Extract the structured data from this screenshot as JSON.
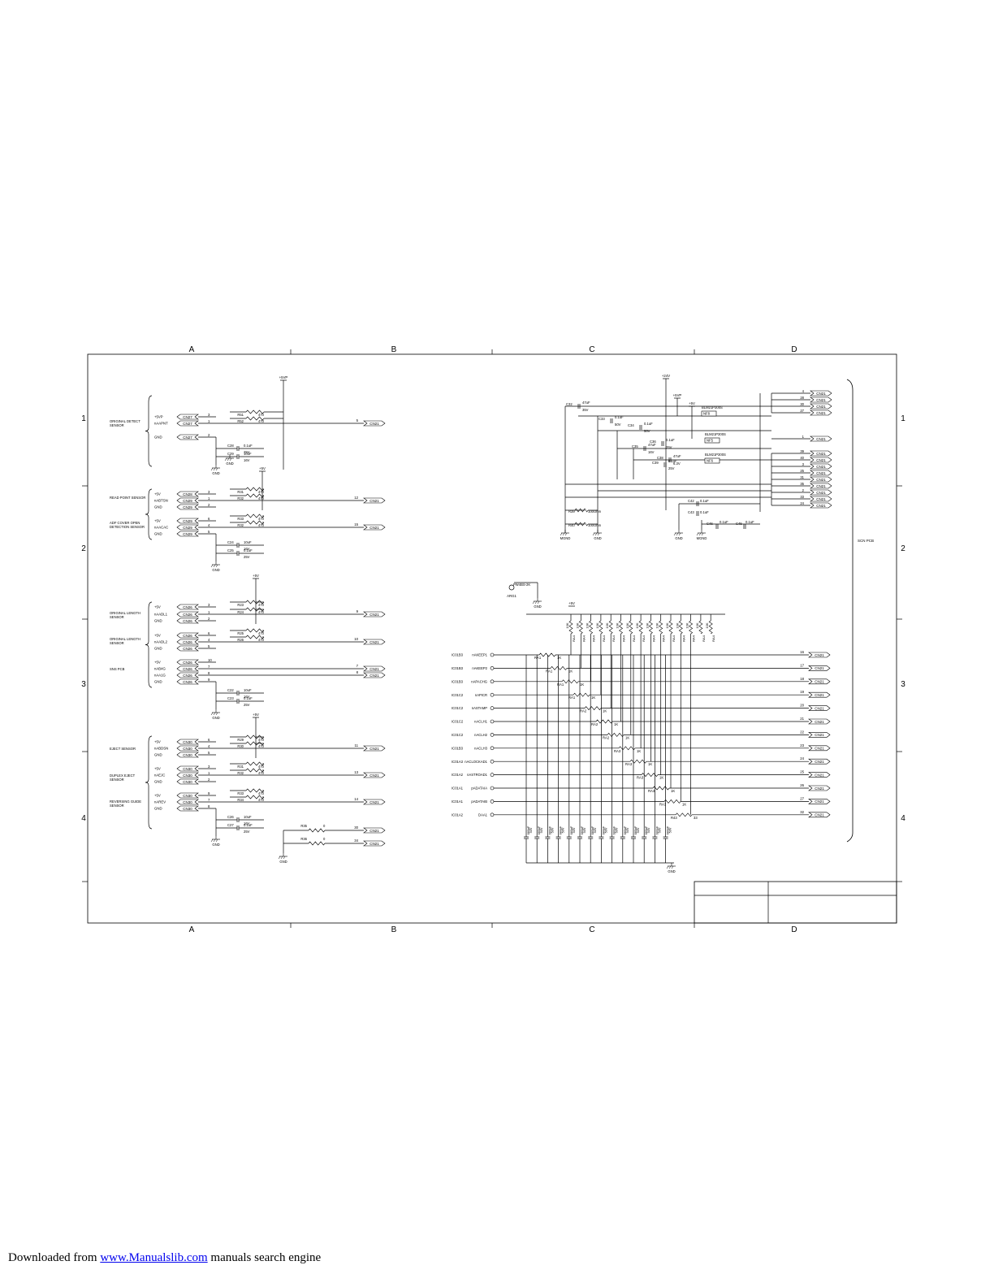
{
  "frame": {
    "cols": [
      "A",
      "B",
      "C",
      "D"
    ],
    "rows": [
      "1",
      "2",
      "3",
      "4"
    ]
  },
  "left": {
    "groups": [
      {
        "name": "ORIGINAL DETECT SENSOR",
        "pins": [
          "+5VP",
          "nAAPNT",
          "GND"
        ],
        "cn": [
          "CN27",
          "CN27",
          "CN27"
        ],
        "pinNos": [
          "3",
          "1",
          "2"
        ],
        "resistors": [
          [
            "R51",
            "470"
          ],
          [
            "R52",
            "470"
          ]
        ],
        "caps": [
          [
            "C28",
            "0.1uF",
            "25V"
          ],
          [
            "C29",
            "10uF",
            "16V"
          ]
        ],
        "outs": [
          [
            "5",
            "CN21"
          ]
        ],
        "rail": "+5VP"
      },
      {
        "name": "READ POINT SENSOR",
        "pins": [
          "+5V",
          "nABTSN",
          "GND"
        ],
        "cn": [
          "CN28",
          "CN29",
          "CN29"
        ],
        "pinNos": [
          "3",
          "1",
          "2"
        ],
        "resistors": [
          [
            "R31",
            "470"
          ],
          [
            "R32",
            "470"
          ]
        ],
        "outs": [
          [
            "12",
            "CN21"
          ]
        ],
        "rail": "+5V"
      },
      {
        "name": "ADF COVER OPEN DETECTION SENSOR",
        "pins": [
          "+5V",
          "nAACAC",
          "GND"
        ],
        "cn": [
          "CN29",
          "CN29",
          "CN29"
        ],
        "pinNos": [
          "6",
          "4",
          "5"
        ],
        "resistors": [
          [
            "R33",
            "470"
          ],
          [
            "R32",
            "470"
          ]
        ],
        "caps": [
          [
            "C24",
            "10uF",
            "16V"
          ],
          [
            "C25",
            "0.1uF",
            "25V"
          ]
        ],
        "outs": [
          [
            "15",
            "CN21"
          ]
        ]
      },
      {
        "name": "ORIGINAL LENGTH SENSOR",
        "pins": [
          "+5V",
          "nAADL1",
          "GND"
        ],
        "cn": [
          "CN26",
          "CN26",
          "CN26"
        ],
        "pinNos": [
          "3",
          "1",
          "2"
        ],
        "resistors": [
          [
            "R23",
            "470"
          ],
          [
            "R24",
            "470"
          ]
        ],
        "outs": [
          [
            "9",
            "CN21"
          ]
        ],
        "rail": "+5V"
      },
      {
        "name": "ORIGINAL LENGTH SENSOR",
        "pins": [
          "+5V",
          "nAADL2",
          "GND"
        ],
        "cn": [
          "CN26",
          "CN26",
          "CN26"
        ],
        "pinNos": [
          "6",
          "4",
          "5"
        ],
        "resistors": [
          [
            "R25",
            "470"
          ],
          [
            "R26",
            "470"
          ]
        ],
        "outs": [
          [
            "10",
            "CN21"
          ]
        ]
      },
      {
        "name": "SNS PCB",
        "pins": [
          "+5V",
          "nAB4G",
          "nAA1G",
          "GND"
        ],
        "cn": [
          "CN26",
          "CN26",
          "CN26",
          "CN26"
        ],
        "pinNos": [
          "10",
          "7",
          "8",
          "9"
        ],
        "caps": [
          [
            "C22",
            "10uF",
            "16V"
          ],
          [
            "C23",
            "0.1uF",
            "25V"
          ]
        ],
        "outs": [
          [
            "7",
            "CN21"
          ],
          [
            "8",
            "CN21"
          ]
        ]
      },
      {
        "name": "EJECT SENSOR",
        "pins": [
          "+5V",
          "nABDSN",
          "GND"
        ],
        "cn": [
          "CN30",
          "CN30",
          "CN30"
        ],
        "pinNos": [
          "6",
          "4",
          "5"
        ],
        "resistors": [
          [
            "R29",
            "470"
          ],
          [
            "R30",
            "470"
          ]
        ],
        "outs": [
          [
            "11",
            "CN21"
          ]
        ],
        "rail": "+5V"
      },
      {
        "name": "DUPLEX EJECT SENSOR",
        "pins": [
          "+5V",
          "nAEJC",
          "GND"
        ],
        "cn": [
          "CN30",
          "CN30",
          "CN30"
        ],
        "pinNos": [
          "3",
          "1",
          "2"
        ],
        "resistors": [
          [
            "R31",
            "470"
          ],
          [
            "R32",
            "470"
          ]
        ],
        "outs": [
          [
            "13",
            "CN21"
          ]
        ]
      },
      {
        "name": "REVERSING GUIDE SENSOR",
        "pins": [
          "+5V",
          "nAREV",
          "GND"
        ],
        "cn": [
          "CN30",
          "CN30",
          "CN30"
        ],
        "pinNos": [
          "9",
          "7",
          "8"
        ],
        "resistors": [
          [
            "R33",
            "470"
          ],
          [
            "R34",
            "470"
          ]
        ],
        "caps": [
          [
            "C26",
            "10uF",
            "16V"
          ],
          [
            "C27",
            "0.1uF",
            "25V"
          ]
        ],
        "outs": [
          [
            "14",
            "CN21"
          ]
        ]
      }
    ],
    "bottomRes": [
      [
        "R35",
        "0",
        "30"
      ],
      [
        "R36",
        "0",
        "34"
      ]
    ]
  },
  "topRight": {
    "rails": [
      "+24V",
      "+5VP",
      "+5V"
    ],
    "caps": [
      [
        "C32",
        "47uF",
        "35V"
      ],
      [
        "C33",
        "0.1uF",
        "50V"
      ],
      [
        "C34",
        "0.1uF",
        "50V"
      ],
      [
        "C35",
        "47uF",
        "16V"
      ],
      [
        "C36",
        "0.1uF",
        "25V"
      ],
      [
        "C38",
        "47uF",
        "6.3V"
      ],
      [
        "C39",
        "0.1uF",
        "25V"
      ]
    ],
    "ferrites": [
      [
        "BLM21P300S",
        "NF8"
      ],
      [
        "BLM21P300S",
        "NF5"
      ],
      [
        "BLM21P300S",
        "NF6"
      ]
    ],
    "ferriteLabels": [
      "BLM21P300S",
      "BLM21P300S",
      "BLM21P300S"
    ],
    "cnPins": [
      "4",
      "28",
      "30",
      "27",
      "1",
      "39",
      "40",
      "3",
      "25",
      "31",
      "35",
      "2",
      "33",
      "24"
    ],
    "cnName": "CN21",
    "bottom": [
      [
        "R39",
        "100Ohm"
      ],
      [
        "R40",
        "100Ohm"
      ],
      [
        "C42",
        "0.1uF",
        "25V"
      ],
      [
        "C43",
        "0.1uF",
        "25V"
      ],
      [
        "C46",
        "0.1uF",
        "25V"
      ],
      [
        "C45",
        "0.1uF",
        "50V"
      ]
    ],
    "grounds": [
      "MGND",
      "GND",
      "GND",
      "MGND"
    ],
    "sideLabel": "SCN PCB"
  },
  "arg": {
    "label": "ARG1",
    "value": "PW4BS-2K",
    "gnd": "GND"
  },
  "signals": [
    {
      "port": "IC01B3",
      "name": "nAKEEP1",
      "ra": "RA1",
      "val": "1K",
      "pin": "16"
    },
    {
      "port": "IC01B3",
      "name": "nAKEEP2",
      "ra": "RA1",
      "val": "1K",
      "pin": "17"
    },
    {
      "port": "IC01B3",
      "name": "nAPACHG",
      "ra": "RA1",
      "val": "1K",
      "pin": "18"
    },
    {
      "port": "IC01C2",
      "name": "nAPICR",
      "ra": "RA1",
      "val": "1K",
      "pin": "19"
    },
    {
      "port": "IC01C2",
      "name": "nASTAMP",
      "ra": "RA2",
      "val": "1K",
      "pin": "20"
    },
    {
      "port": "IC01C2",
      "name": "nACLH1",
      "ra": "RA2",
      "val": "1K",
      "pin": "21"
    },
    {
      "port": "IC01C2",
      "name": "nACLH2",
      "ra": "RA2",
      "val": "1K",
      "pin": "22"
    },
    {
      "port": "IC01B3",
      "name": "nACLH3",
      "ra": "RA3",
      "val": "1K",
      "pin": "23"
    },
    {
      "port": "IC01A3",
      "name": "nACLOCKAD1",
      "ra": "RA3",
      "val": "1K",
      "pin": "24"
    },
    {
      "port": "IC01A2",
      "name": "nASTROAD1",
      "ra": "RA3",
      "val": "1K",
      "pin": "25"
    },
    {
      "port": "IC01A1",
      "name": "pADATAIA",
      "ra": "RA3",
      "val": "1K",
      "pin": "26"
    },
    {
      "port": "IC01A1",
      "name": "pADATAIB",
      "ra": "RA3",
      "val": "1K",
      "pin": "27"
    },
    {
      "port": "IC01A2",
      "name": "DAA1",
      "ra": "R43",
      "val": "33",
      "pin": "32"
    }
  ],
  "pullups": {
    "rail": "+5V",
    "value": "10K",
    "label": "RA4"
  },
  "bottomCaps": {
    "value": "680pF",
    "voltage": "50V",
    "gnd": "GND"
  },
  "titleBlock": {
    "cells": [
      "",
      "",
      "",
      ""
    ]
  },
  "footer": {
    "prefix": "Downloaded from ",
    "link": "www.Manualslib.com",
    "suffix": "  manuals search engine"
  }
}
